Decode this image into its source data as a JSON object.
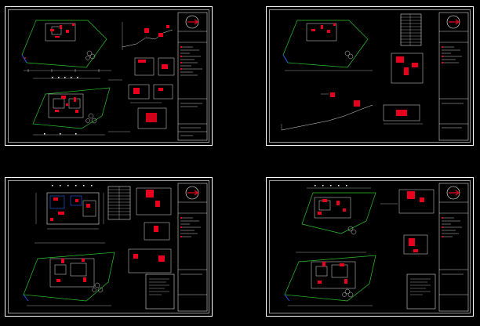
{
  "app": {
    "background": "#000000",
    "frame_color": "#ffffff",
    "accent_red": "#e8001c",
    "plan_line_color": "#d8d8d8",
    "site_green": "#2ec22e",
    "site_blue": "#2a5cff"
  },
  "sheets": [
    {
      "id": "sheet-1",
      "name": "plans-sheet-top-left"
    },
    {
      "id": "sheet-2",
      "name": "profile-sheet-top-right"
    },
    {
      "id": "sheet-3",
      "name": "floor-plan-sheet-bottom-left"
    },
    {
      "id": "sheet-4",
      "name": "plans-sheet-bottom-right"
    }
  ],
  "icons": {
    "north_arrow": "north-arrow-icon",
    "tree": "tree-icon"
  }
}
